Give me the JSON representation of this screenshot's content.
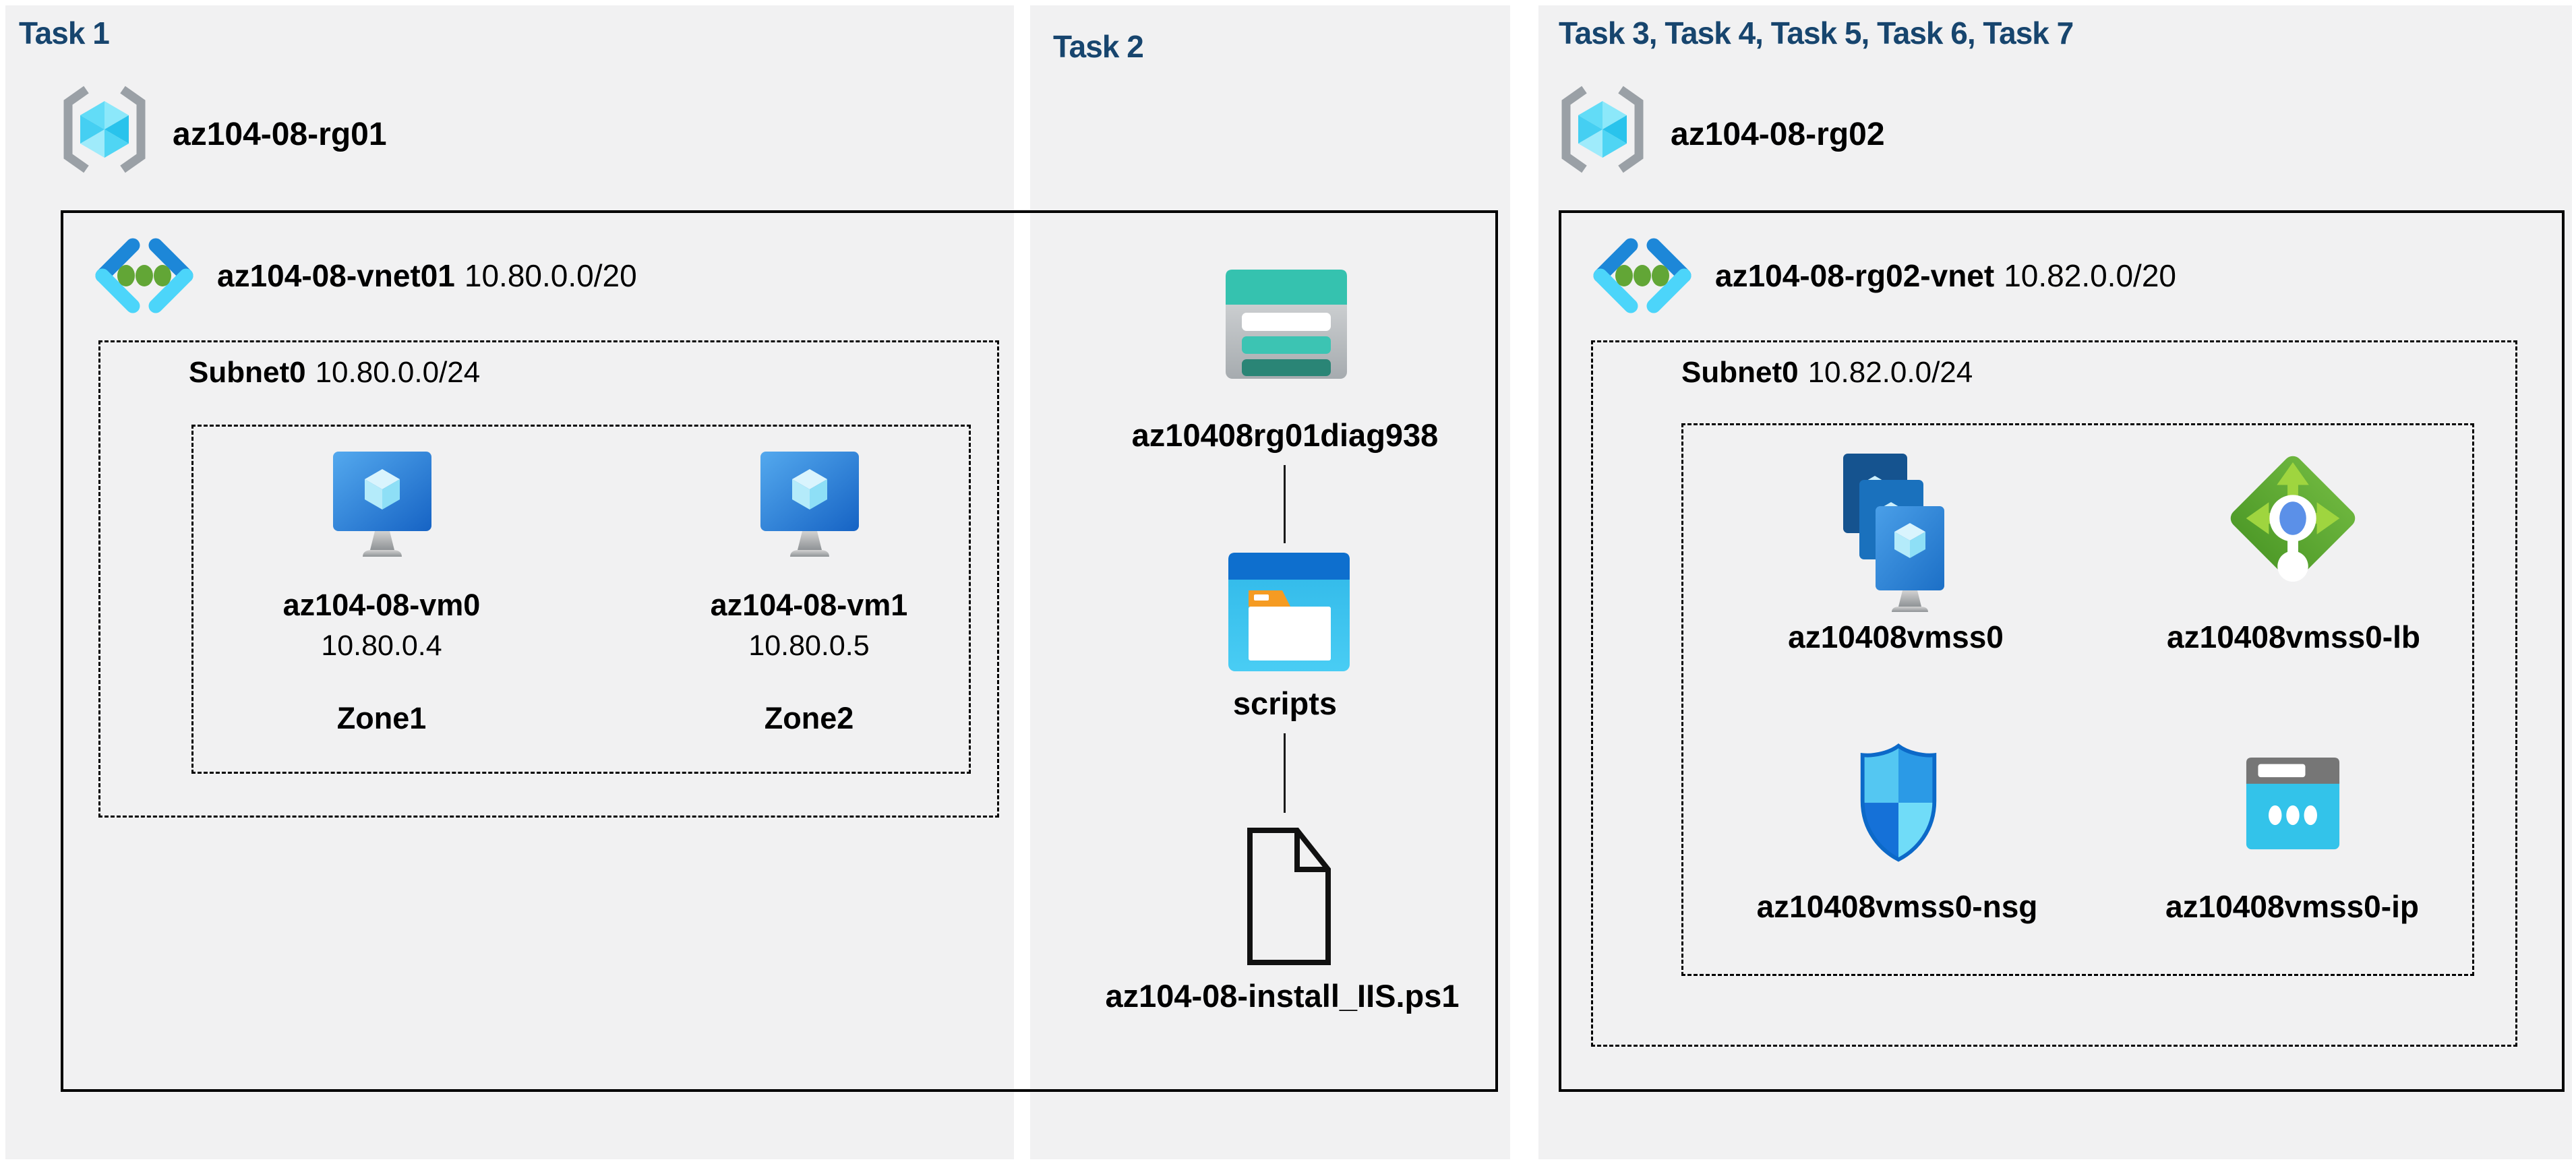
{
  "panels": {
    "task1": {
      "header": "Task 1",
      "rg": {
        "name": "az104-08-rg01"
      },
      "vnet": {
        "name": "az104-08-vnet01",
        "cidr": "10.80.0.0/20"
      },
      "subnet": {
        "name": "Subnet0",
        "cidr": "10.80.0.0/24"
      },
      "vms": [
        {
          "name": "az104-08-vm0",
          "ip": "10.80.0.4",
          "zone": "Zone1"
        },
        {
          "name": "az104-08-vm1",
          "ip": "10.80.0.5",
          "zone": "Zone2"
        }
      ]
    },
    "task2": {
      "header": "Task 2",
      "storage_account": "az10408rg01diag938",
      "container": "scripts",
      "file": "az104-08-install_IIS.ps1"
    },
    "task3": {
      "header": "Task 3, Task 4, Task 5, Task 6, Task 7",
      "rg": {
        "name": "az104-08-rg02"
      },
      "vnet": {
        "name": "az104-08-rg02-vnet",
        "cidr": "10.82.0.0/20"
      },
      "subnet": {
        "name": "Subnet0",
        "cidr": "10.82.0.0/24"
      },
      "resources": [
        {
          "name": "az10408vmss0",
          "icon": "vm-scale-set"
        },
        {
          "name": "az10408vmss0-lb",
          "icon": "load-balancer"
        },
        {
          "name": "az10408vmss0-nsg",
          "icon": "network-security-group"
        },
        {
          "name": "az10408vmss0-ip",
          "icon": "public-ip"
        }
      ]
    }
  },
  "colors": {
    "header_navy": "#17456e",
    "panel_gray": "#f1f1f2",
    "border_black": "#000000",
    "storage_teal": "#35c2af",
    "vnet_blue": "#1d87d8",
    "vnet_cyan": "#4cd5fa",
    "vnet_green": "#62a636",
    "lb_green": "#5fa833",
    "nsg_blue": "#2b9ae6",
    "ip_cyan": "#33c3ea"
  }
}
